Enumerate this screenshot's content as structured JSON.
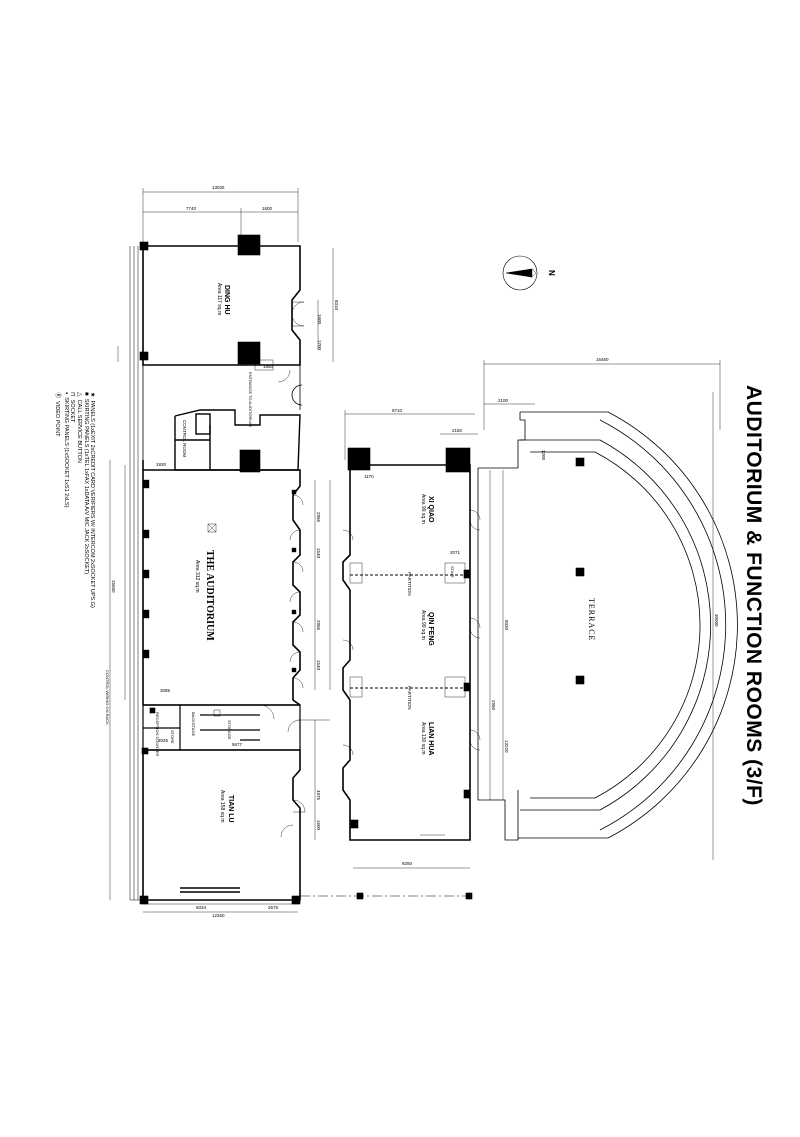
{
  "title": "AUDITORIUM & FUNCTION ROOMS (3/F)",
  "compass": {
    "label": "N"
  },
  "rooms": {
    "ding_hu": {
      "name": "DING HU",
      "area": "Area 117 sq.m"
    },
    "auditorium": {
      "name": "THE AUDITORIUM",
      "area": "Area 312 sq.m"
    },
    "tian_lu": {
      "name": "TIAN LU",
      "area": "Area 158 sq.m"
    },
    "xi_qiao": {
      "name": "XI QIAO",
      "area": "Area 99 sq.m"
    },
    "qin_feng": {
      "name": "QIN FENG",
      "area": "Area 99 sq.m"
    },
    "lian_hua": {
      "name": "LIAN HUA",
      "area": "Area 130 sq.m"
    },
    "terrace": {
      "name": "TERRACE"
    }
  },
  "labels": {
    "control_room": "CONTROL ROOM",
    "partition_1": "PARTITION",
    "partition_2": "PARTITION",
    "control_wiring": "CONTROL WIRING ON RACK",
    "storage": "STORAGE",
    "reception": "RECEPTION COUNTER",
    "backstage": "BACKSTAGE",
    "entrance": "ENTRANCE TO AUDITORIUM",
    "store": "STORE",
    "stair": "STAIR"
  },
  "legend": [
    {
      "symbol": "★",
      "text": "PANELS (1xEXIT 2xCREDIT CARD VERIFIERS W/ INTERCOM 2xSOCKET UPS.G)"
    },
    {
      "symbol": "■",
      "text": "SKIRTING PANELS (1xTEL 1xFAX 1xDATA A/V MIC JACK 2xSOCKET)"
    },
    {
      "symbol": "△",
      "text": "CALL SERVICE BUTTON"
    },
    {
      "symbol": "⊓",
      "text": "SOCKET"
    },
    {
      "symbol": "▪",
      "text": "SKIRTING PANELS (1xSOCKET 1xS1 2xLS)"
    },
    {
      "symbol": "Ⓡ",
      "text": "VIDEO POINT"
    }
  ],
  "dimensions": {
    "top_overall": "13025",
    "top_left": "7740",
    "top_right": "1600",
    "ding_right_1": "8310",
    "ding_right_2": "1600",
    "ding_right_3": "1700",
    "ding_bottom": "1850",
    "terrace_top": "16460",
    "terrace_a": "2100",
    "terrace_b": "1200",
    "terrace_right": "30000",
    "xi_top": "9710",
    "xi_top_b": "2150",
    "xi_left": "1170",
    "qin_dim": "8030",
    "lian_dim_a": "13220",
    "lian_dim_b": "2950",
    "lian_bottom": "9250",
    "partition_dim": "2071",
    "aud_left": "1930",
    "aud_dim_1": "2955",
    "aud_dim_2": "1540",
    "aud_dim_3": "2955",
    "aud_dim_4": "1540",
    "aud_overall": "15650",
    "aud_bottom": "3085",
    "store_dim": "3025",
    "store_dim_2": "5677",
    "tian_bottom_1": "6034",
    "tian_bottom_2": "2675",
    "tian_bottom_overall": "12260",
    "tian_right": "4975",
    "tian_right_2": "1600"
  }
}
